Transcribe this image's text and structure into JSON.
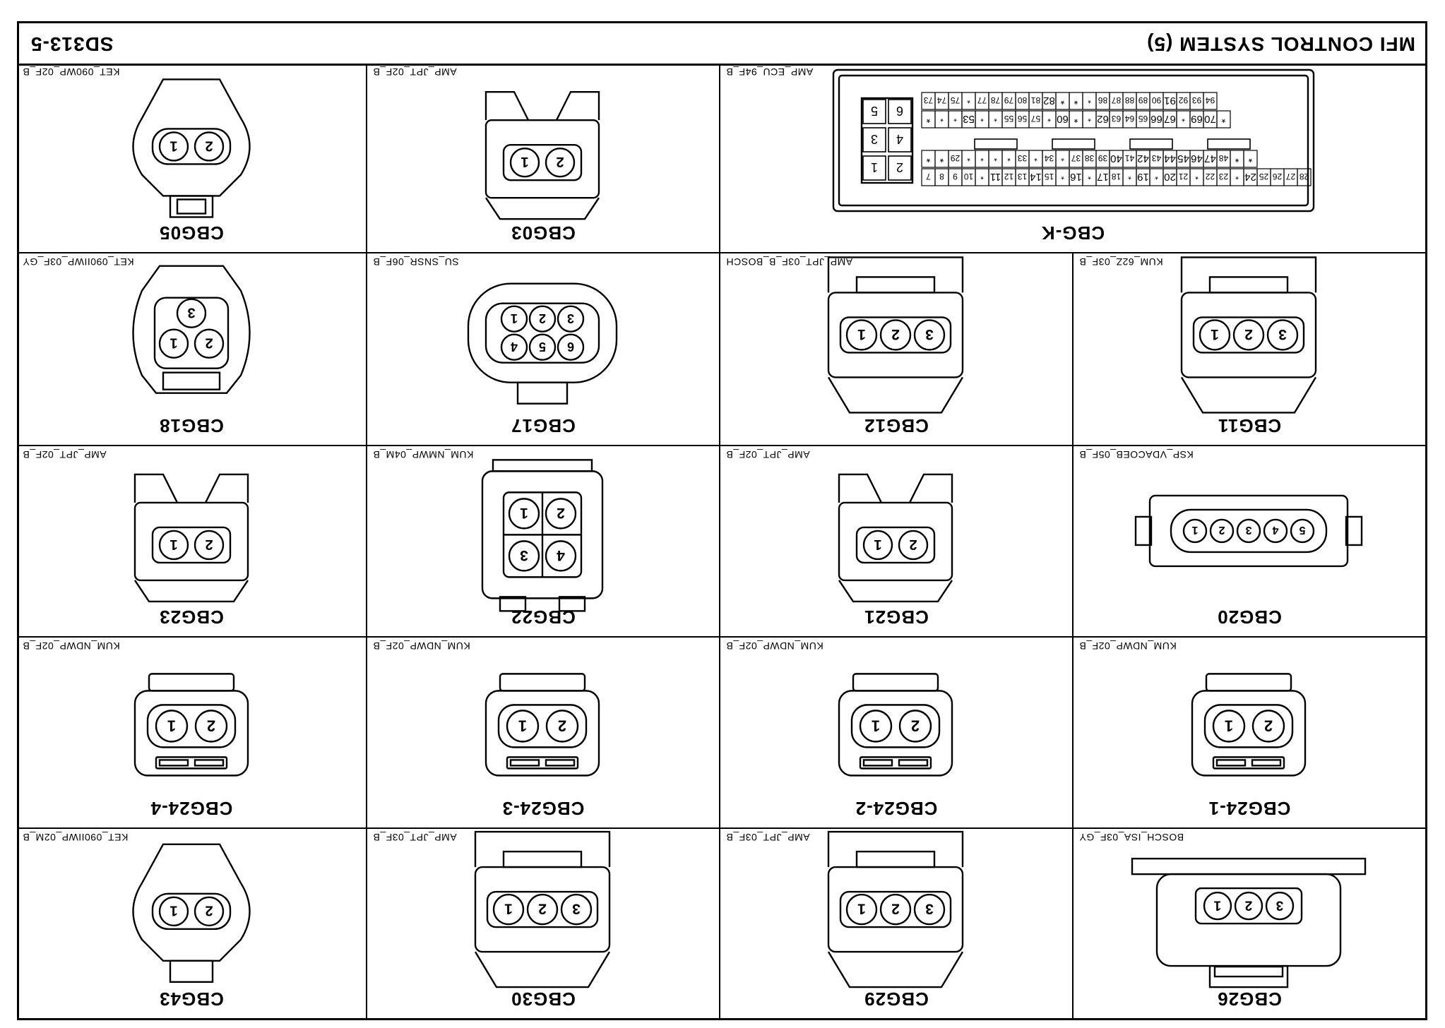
{
  "title": "MFI CONTROL SYSTEM (5)",
  "code": "SD313-5",
  "connectors": [
    {
      "id": "CBG26",
      "part": "BOSCH_ISA_03F_GY",
      "pins": [
        "1",
        "2",
        "3"
      ]
    },
    {
      "id": "CBG29",
      "part": "AMP_JPT_03F_B",
      "pins": [
        "1",
        "2",
        "3"
      ]
    },
    {
      "id": "CBG30",
      "part": "AMP_JPT_03F_B",
      "pins": [
        "1",
        "2",
        "3"
      ]
    },
    {
      "id": "CBG43",
      "part": "KET_090IIWP_02M_B",
      "pins": [
        "1",
        "2"
      ]
    },
    {
      "id": "CBG24-1",
      "part": "KUM_NDWP_02F_B",
      "pins": [
        "1",
        "2"
      ]
    },
    {
      "id": "CBG24-2",
      "part": "KUM_NDWP_02F_B",
      "pins": [
        "1",
        "2"
      ]
    },
    {
      "id": "CBG24-3",
      "part": "KUM_NDWP_02F_B",
      "pins": [
        "1",
        "2"
      ]
    },
    {
      "id": "CBG24-4",
      "part": "KUM_NDWP_02F_B",
      "pins": [
        "1",
        "2"
      ]
    },
    {
      "id": "CBG20",
      "part": "KSP_VDACOEB_05F_B",
      "pins": [
        "1",
        "2",
        "3",
        "4",
        "5"
      ]
    },
    {
      "id": "CBG21",
      "part": "AMP_JPT_02F_B",
      "pins": [
        "1",
        "2"
      ]
    },
    {
      "id": "CBG22",
      "part": "KUM_NMWP_04M_B",
      "pins": [
        "1",
        "2",
        "3",
        "4"
      ]
    },
    {
      "id": "CBG23",
      "part": "AMP_JPT_02F_B",
      "pins": [
        "1",
        "2"
      ]
    },
    {
      "id": "CBG11",
      "part": "KUM_62Z_03F_B",
      "pins": [
        "1",
        "2",
        "3"
      ]
    },
    {
      "id": "CBG12",
      "part": "AMP_JPT_03F_B_BOSCH",
      "pins": [
        "1",
        "2",
        "3"
      ]
    },
    {
      "id": "CBG17",
      "part": "SU_SNSR_06F_B",
      "pins": [
        "1",
        "2",
        "3",
        "4",
        "5",
        "6"
      ]
    },
    {
      "id": "CBG18",
      "part": "KET_090IIWP_03F_GY",
      "pins": [
        "1",
        "2",
        "3"
      ]
    },
    {
      "id": "CBG-K",
      "part": "AMP_ECU_94F_B",
      "pins": []
    },
    {
      "id": "CBG03",
      "part": "AMP_JPT_02F_B",
      "pins": [
        "1",
        "2"
      ]
    },
    {
      "id": "CBG05",
      "part": "KET_090WP_02F_B",
      "pins": [
        "1",
        "2"
      ]
    }
  ],
  "ecu": {
    "small_block": [
      [
        "1",
        "2"
      ],
      [
        "3",
        "4"
      ],
      [
        "5",
        "6"
      ]
    ],
    "row1": [
      "7",
      "8",
      "9",
      "10",
      "*",
      "11",
      "12",
      "13",
      "14",
      "15",
      "*",
      "16",
      "*",
      "17",
      "18",
      "*",
      "19",
      "*",
      "20",
      "21",
      "*",
      "22",
      "23",
      "*",
      "24",
      "25",
      "26",
      "27",
      "28"
    ],
    "row2": [
      "*",
      "*",
      "29",
      "*",
      "*",
      "*",
      "*",
      "33",
      "*",
      "34",
      "*",
      "37",
      "38",
      "39",
      "40",
      "41",
      "42",
      "43",
      "44",
      "45",
      "46",
      "47",
      "48",
      "*",
      "*"
    ],
    "row3": [
      "*",
      "*",
      "*",
      "53",
      "*",
      "*",
      "55",
      "56",
      "57",
      "*",
      "60",
      "*",
      "*",
      "62",
      "63",
      "64",
      "65",
      "66",
      "67",
      "*",
      "69",
      "70",
      "*"
    ],
    "row4": [
      "73",
      "74",
      "75",
      "*",
      "77",
      "78",
      "79",
      "80",
      "81",
      "82",
      "*",
      "*",
      "*",
      "86",
      "87",
      "88",
      "89",
      "90",
      "91",
      "92",
      "93",
      "94"
    ]
  }
}
